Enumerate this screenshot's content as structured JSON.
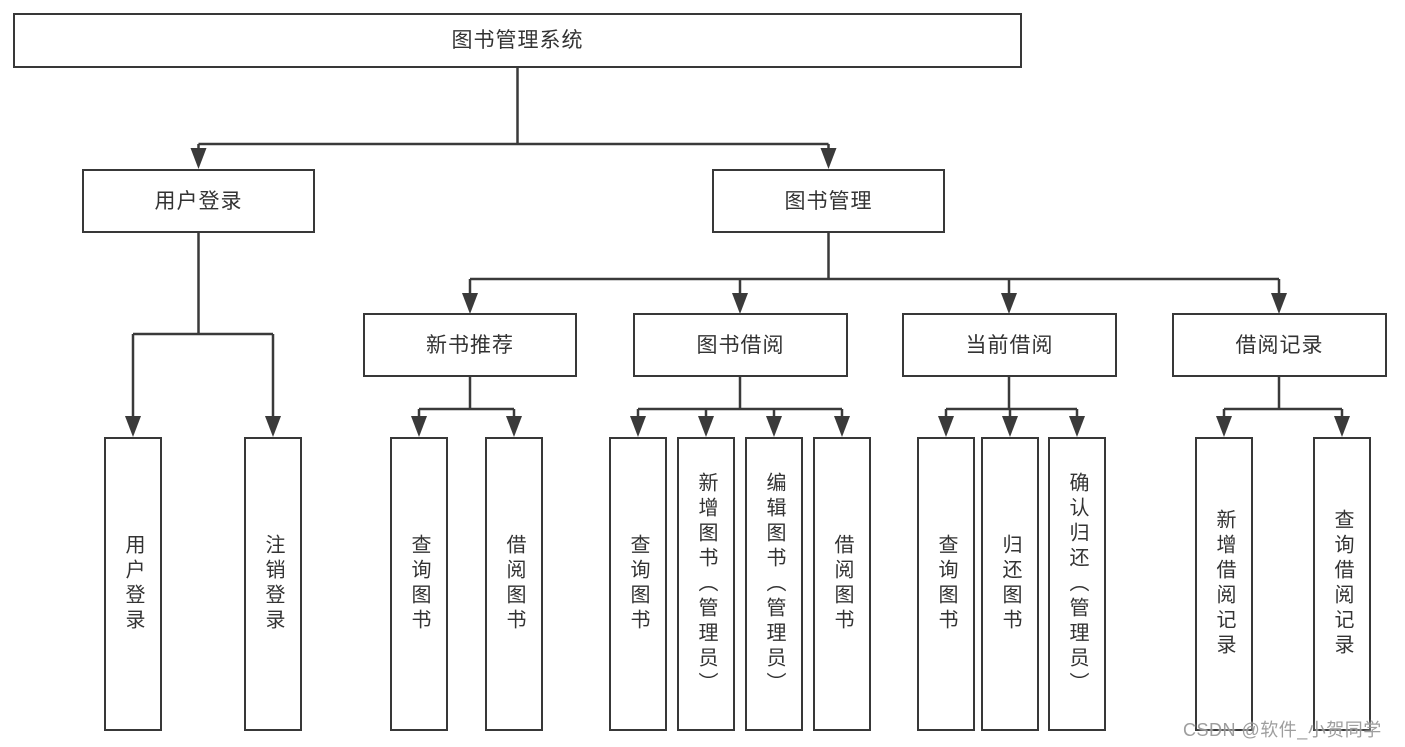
{
  "diagram_title": "图书管理系统",
  "colors": {
    "line": "#3a3a3a",
    "box_border": "#383838",
    "text": "#333333",
    "watermark": "#919191"
  },
  "tree": {
    "root": {
      "label": "图书管理系统",
      "children": [
        {
          "label": "用户登录",
          "children": [
            {
              "label": "用户登录"
            },
            {
              "label": "注销登录"
            }
          ]
        },
        {
          "label": "图书管理",
          "children": [
            {
              "label": "新书推荐",
              "children": [
                {
                  "label": "查询图书"
                },
                {
                  "label": "借阅图书"
                }
              ]
            },
            {
              "label": "图书借阅",
              "children": [
                {
                  "label": "查询图书"
                },
                {
                  "label": "新增图书（管理员）"
                },
                {
                  "label": "编辑图书（管理员）"
                },
                {
                  "label": "借阅图书"
                }
              ]
            },
            {
              "label": "当前借阅",
              "children": [
                {
                  "label": "查询图书"
                },
                {
                  "label": "归还图书"
                },
                {
                  "label": "确认归还（管理员）"
                }
              ]
            },
            {
              "label": "借阅记录",
              "children": [
                {
                  "label": "新增借阅记录"
                },
                {
                  "label": "查询借阅记录"
                }
              ]
            }
          ]
        }
      ]
    }
  },
  "watermark": {
    "text": "CSDN @软件_小贺同学"
  }
}
